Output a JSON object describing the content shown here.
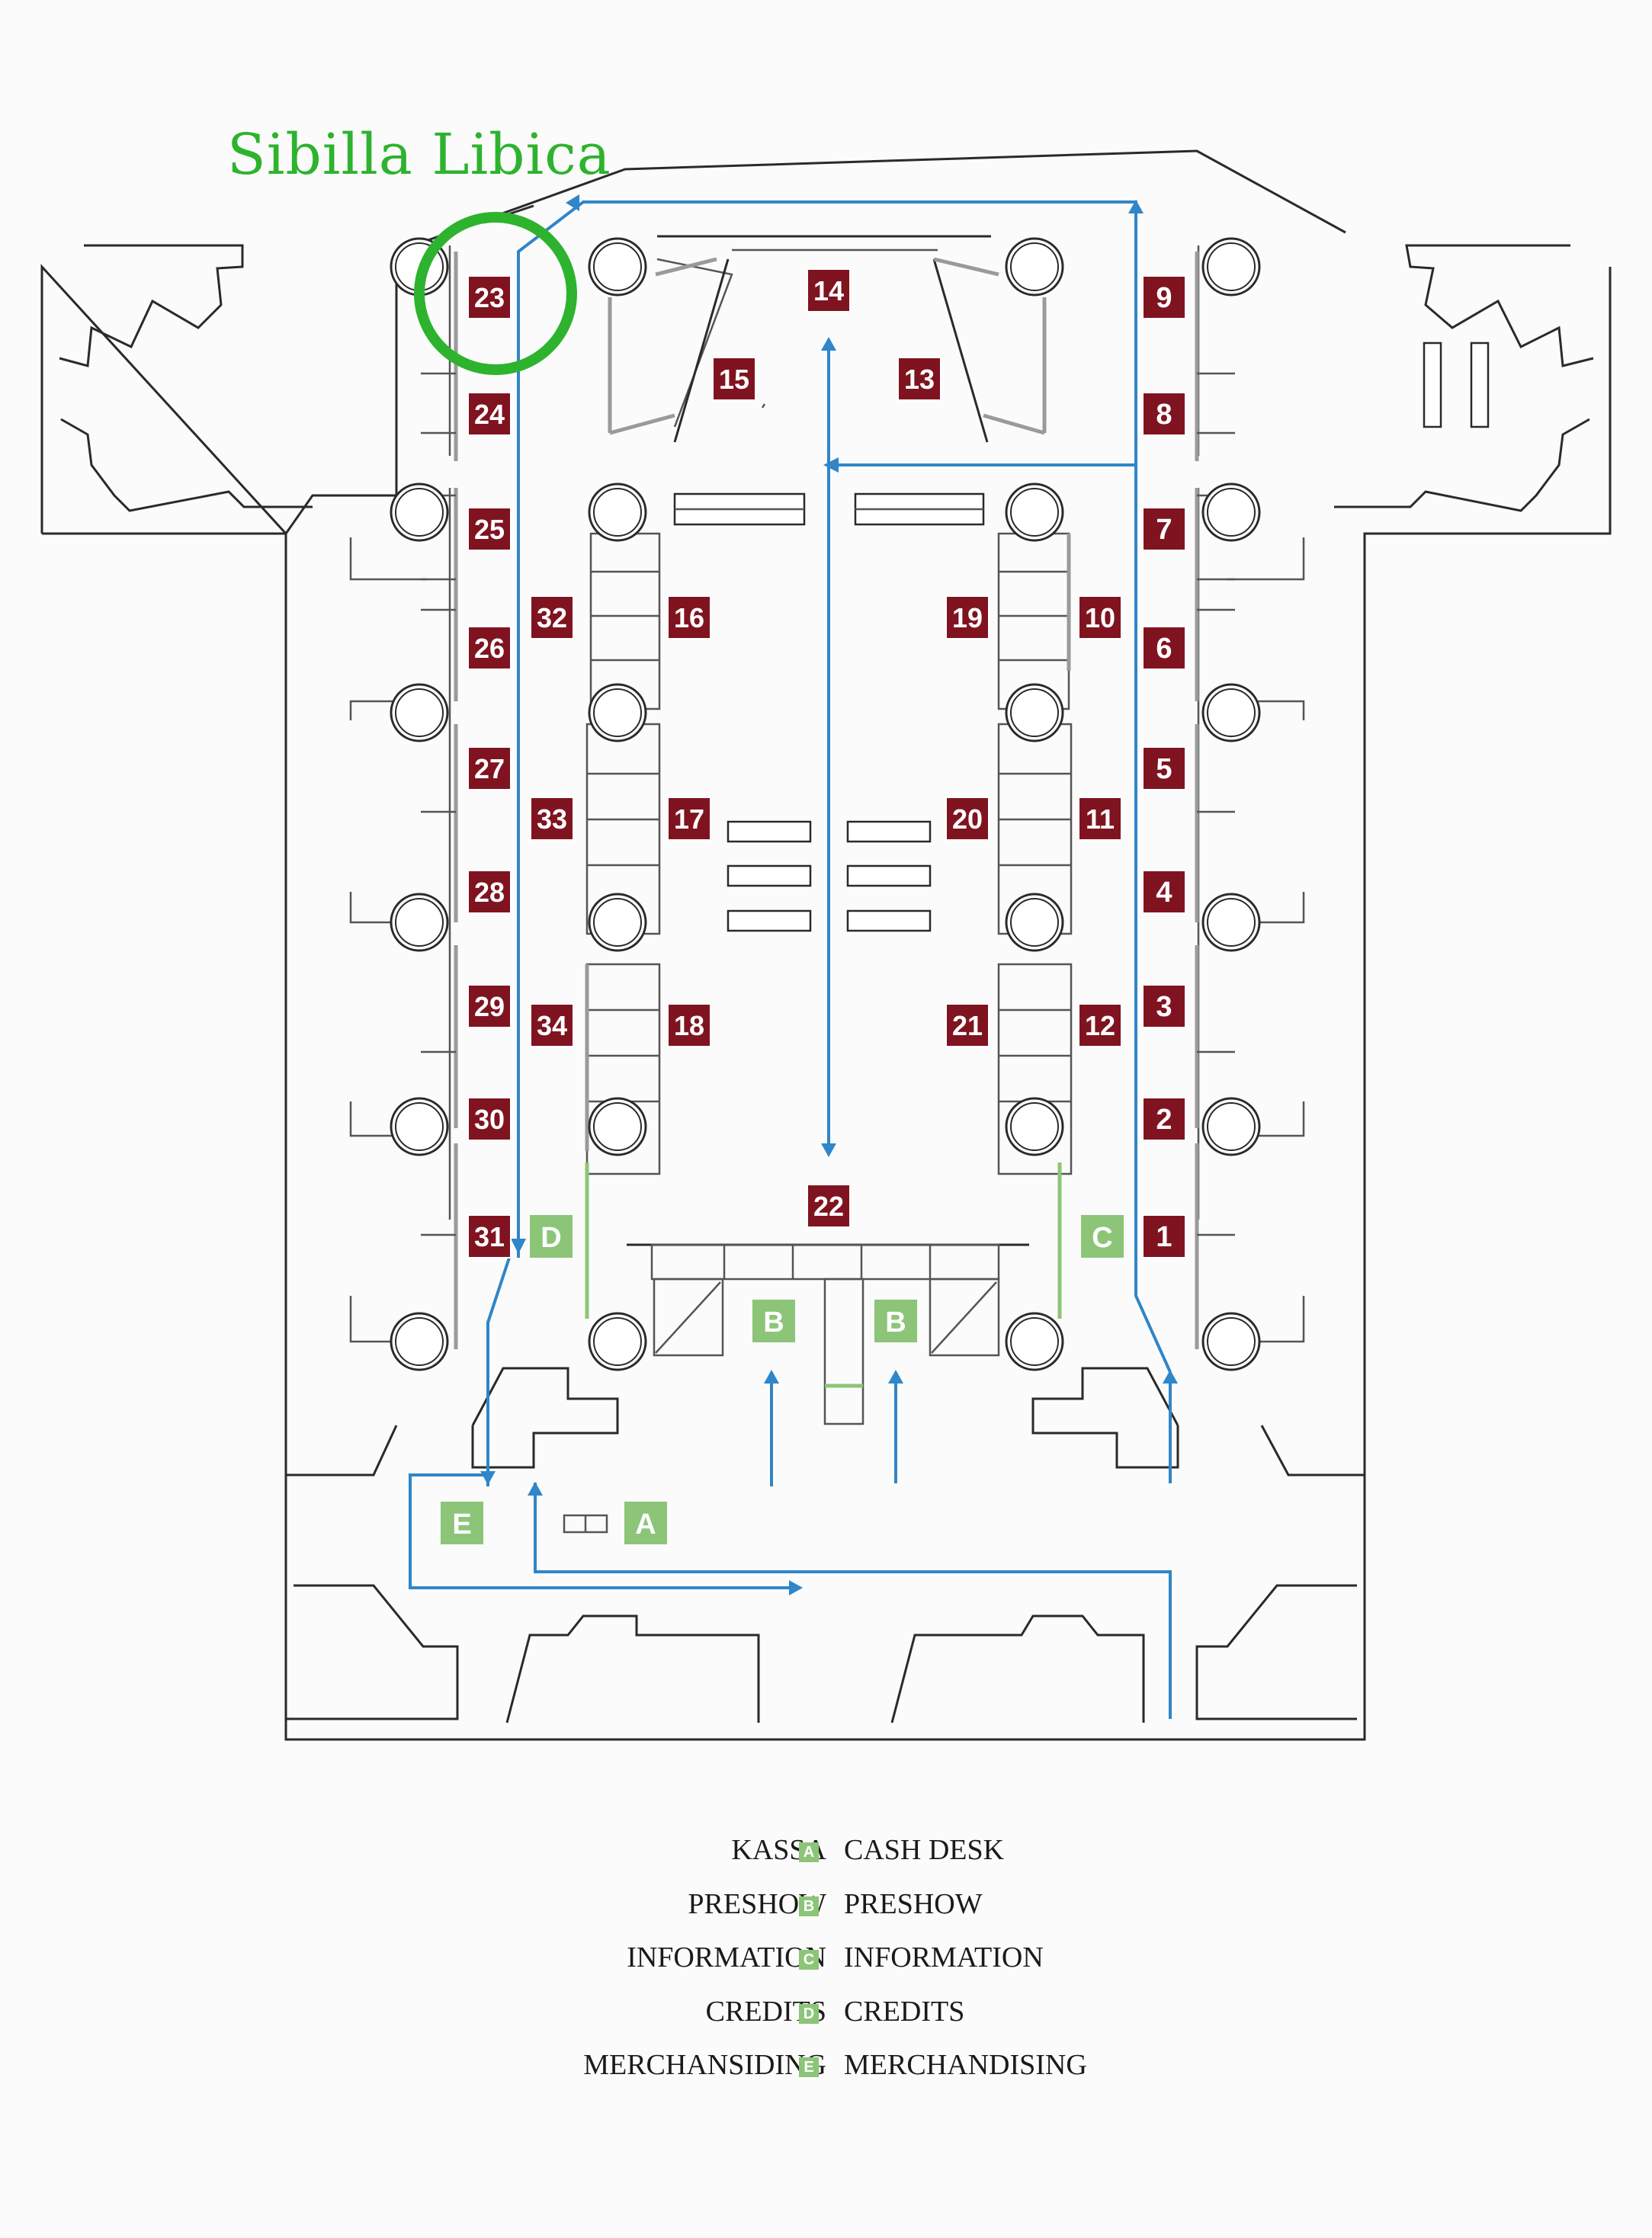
{
  "annotation": {
    "label": "Sibilla Libica",
    "color": "#2db32d"
  },
  "colors": {
    "stop_badge": "#7f1420",
    "service_badge": "#8cc578",
    "route": "#2f86c8"
  },
  "stops": [
    "1",
    "2",
    "3",
    "4",
    "5",
    "6",
    "7",
    "8",
    "9",
    "10",
    "11",
    "12",
    "13",
    "14",
    "15",
    "16",
    "17",
    "18",
    "19",
    "20",
    "21",
    "22",
    "23",
    "24",
    "25",
    "26",
    "27",
    "28",
    "29",
    "30",
    "31",
    "32",
    "33",
    "34"
  ],
  "services": [
    "A",
    "B",
    "B",
    "C",
    "D",
    "E"
  ],
  "legend": [
    {
      "left": "KASSA",
      "code": "A",
      "right": "CASH DESK"
    },
    {
      "left": "PRESHOW",
      "code": "B",
      "right": "PRESHOW"
    },
    {
      "left": "INFORMATION",
      "code": "C",
      "right": "INFORMATION"
    },
    {
      "left": "CREDITS",
      "code": "D",
      "right": "CREDITS"
    },
    {
      "left": "MERCHANSIDING",
      "code": "E",
      "right": "MERCHANDISING"
    }
  ]
}
